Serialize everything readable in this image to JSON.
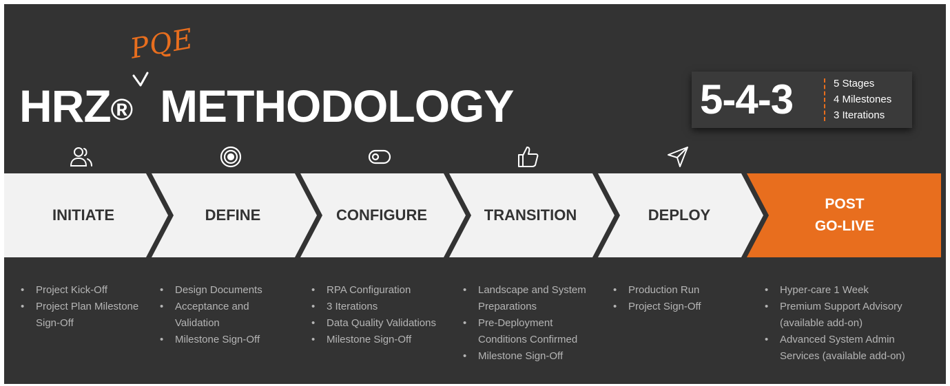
{
  "header": {
    "title_left": "HRZ",
    "registered": "®",
    "title_right": "METHODOLOGY",
    "annotation": "PQE"
  },
  "summary": {
    "big": "5-4-3",
    "lines": [
      "5 Stages",
      "4 Milestones",
      "3 Iterations"
    ]
  },
  "colors": {
    "background": "#333333",
    "chevron": "#f2f2f2",
    "accent": "#e86e1e",
    "bullet_text": "#b5b5b5"
  },
  "stages": [
    {
      "label": "INITIATE",
      "icon": "users-icon",
      "bullets": [
        "Project Kick-Off",
        "Project Plan Milestone Sign-Off"
      ]
    },
    {
      "label": "DEFINE",
      "icon": "target-icon",
      "bullets": [
        "Design Documents",
        "Acceptance and Validation",
        "Milestone Sign-Off"
      ]
    },
    {
      "label": "CONFIGURE",
      "icon": "toggle-icon",
      "bullets": [
        "RPA Configuration",
        "3 Iterations",
        "Data Quality Validations",
        "Milestone Sign-Off"
      ]
    },
    {
      "label": "TRANSITION",
      "icon": "thumbs-up-icon",
      "bullets": [
        "Landscape and System Preparations",
        "Pre-Deployment Conditions Confirmed",
        "Milestone Sign-Off"
      ]
    },
    {
      "label": "DEPLOY",
      "icon": "send-icon",
      "bullets": [
        "Production Run",
        "Project Sign-Off"
      ]
    },
    {
      "label_line1": "POST",
      "label_line2": "GO-LIVE",
      "bullets": [
        "Hyper-care 1 Week",
        "Premium Support Advisory (available add-on)",
        "Advanced System Admin Services (available add-on)"
      ]
    }
  ]
}
